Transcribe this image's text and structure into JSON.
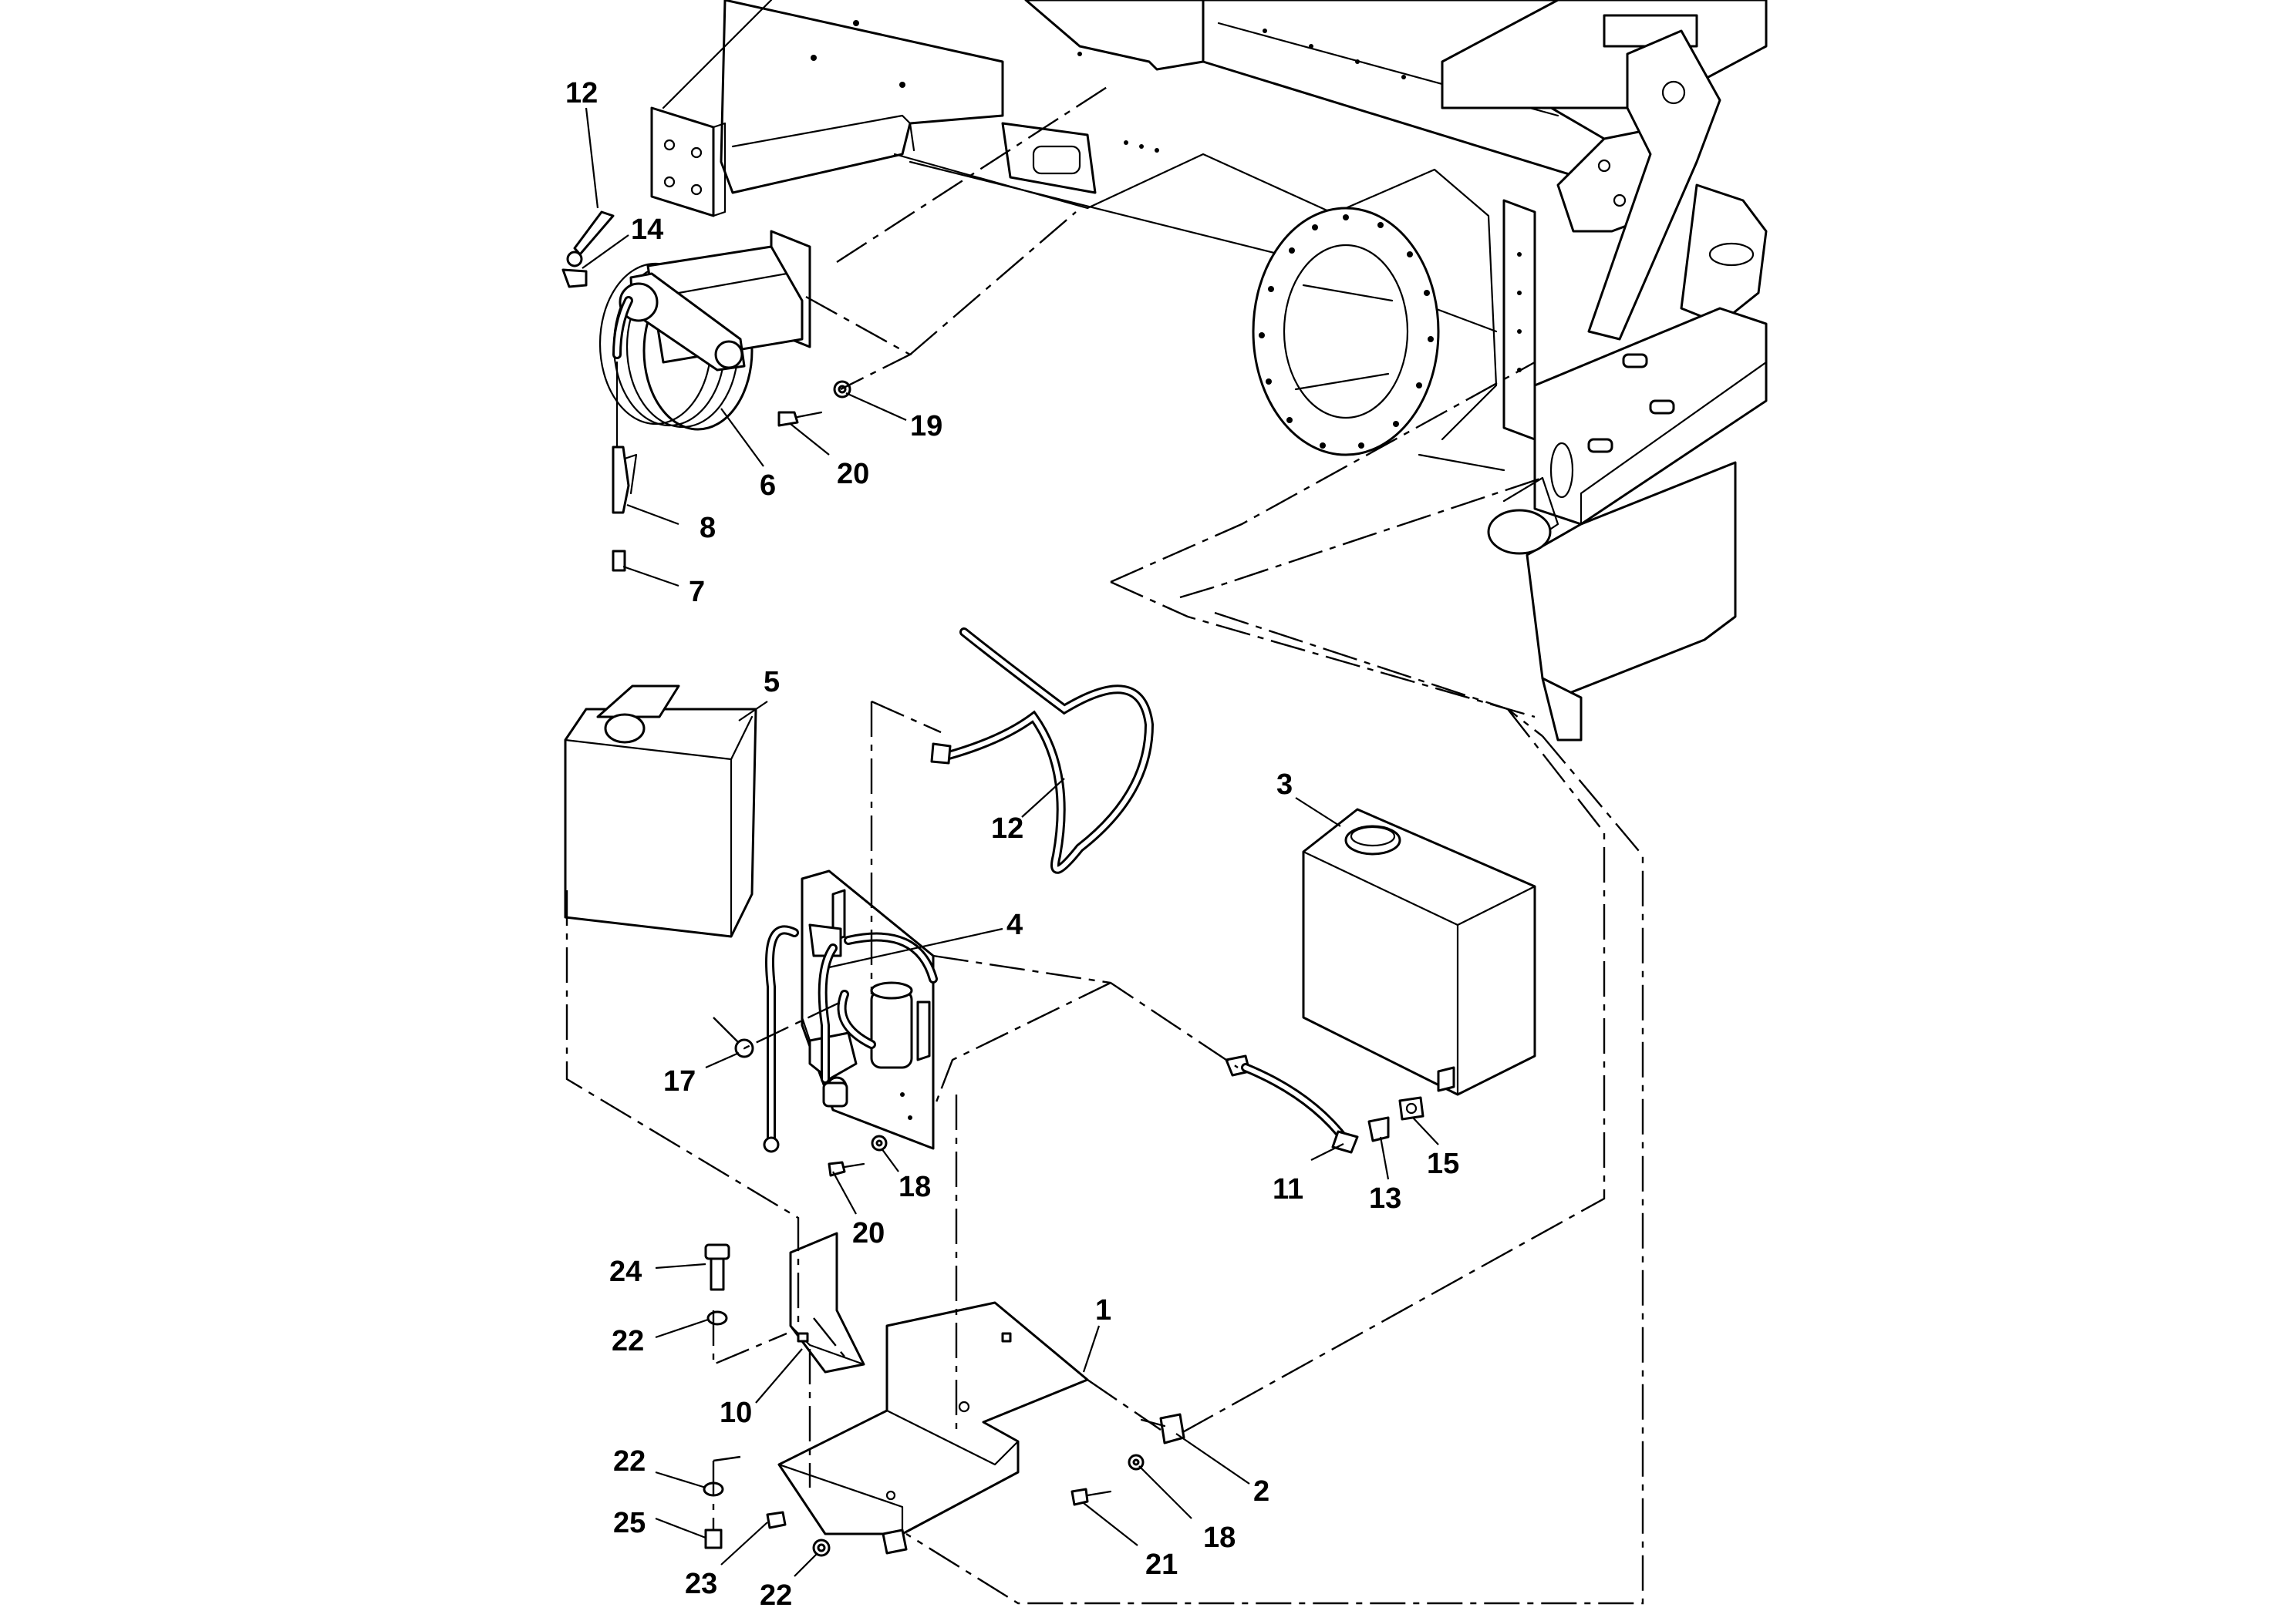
{
  "diagram": {
    "line_color": "#000000",
    "background": "#ffffff",
    "callouts": [
      {
        "id": "c-12-top",
        "label": "12"
      },
      {
        "id": "c-14",
        "label": "14"
      },
      {
        "id": "c-19",
        "label": "19"
      },
      {
        "id": "c-20-top",
        "label": "20"
      },
      {
        "id": "c-6",
        "label": "6"
      },
      {
        "id": "c-8",
        "label": "8"
      },
      {
        "id": "c-7",
        "label": "7"
      },
      {
        "id": "c-5",
        "label": "5"
      },
      {
        "id": "c-12-mid",
        "label": "12"
      },
      {
        "id": "c-3",
        "label": "3"
      },
      {
        "id": "c-4",
        "label": "4"
      },
      {
        "id": "c-17",
        "label": "17"
      },
      {
        "id": "c-18-mid",
        "label": "18"
      },
      {
        "id": "c-20-mid",
        "label": "20"
      },
      {
        "id": "c-11",
        "label": "11"
      },
      {
        "id": "c-13",
        "label": "13"
      },
      {
        "id": "c-15",
        "label": "15"
      },
      {
        "id": "c-24",
        "label": "24"
      },
      {
        "id": "c-22-a",
        "label": "22"
      },
      {
        "id": "c-10",
        "label": "10"
      },
      {
        "id": "c-1",
        "label": "1"
      },
      {
        "id": "c-22-b",
        "label": "22"
      },
      {
        "id": "c-25",
        "label": "25"
      },
      {
        "id": "c-23",
        "label": "23"
      },
      {
        "id": "c-22-c",
        "label": "22"
      },
      {
        "id": "c-2",
        "label": "2"
      },
      {
        "id": "c-18-bot",
        "label": "18"
      },
      {
        "id": "c-21",
        "label": "21"
      }
    ]
  }
}
